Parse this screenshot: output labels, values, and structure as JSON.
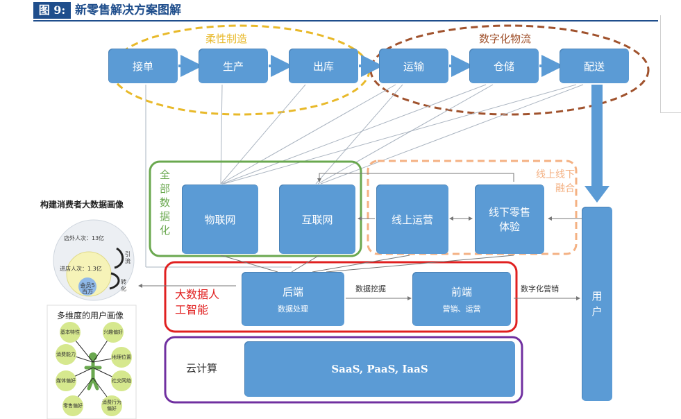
{
  "title": {
    "fig": "图 9:",
    "text": "新零售解决方案图解"
  },
  "ovals": {
    "flexible": "柔性制造",
    "logistics": "数字化物流",
    "online_offline": "线上线下融合"
  },
  "top_row": [
    "接单",
    "生产",
    "出库",
    "运输",
    "仓储",
    "配送"
  ],
  "groups": {
    "all_data": "全部数据化",
    "ai": "大数据人工智能",
    "cloud": "云计算"
  },
  "mid_row": {
    "iot": "物联网",
    "internet": "互联网",
    "online_ops": "线上运营",
    "offline_exp": "线下零售体验"
  },
  "backend": {
    "label": "后端",
    "sub": "数据处理"
  },
  "frontend": {
    "label": "前端",
    "sub": "营销、运营"
  },
  "flow_labels": {
    "mining": "数据挖掘",
    "marketing": "数字化营销"
  },
  "user": "用户",
  "saas": "SaaS, PaaS, IaaS",
  "left": {
    "title": "构建消费者大数据画像",
    "outer_circle": "店外人次：13亿",
    "middle_circle": "进店人次：1.3亿",
    "inner_circle": "会员5百万",
    "arrow1": "引流",
    "arrow2": "转化",
    "subtitle": "多维度的用户画像",
    "bubbles": [
      "基本特性",
      "兴趣偏好",
      "消费能力",
      "地理位置",
      "媒体偏好",
      "社交网络",
      "零售偏好",
      "消费行为偏好"
    ]
  },
  "colors": {
    "box": "#5b9bd5",
    "oval_yellow": "#e8b92a",
    "oval_brown": "#a0522d",
    "green": "#6aa84f",
    "red": "#e02020",
    "purple": "#7030a0",
    "peach": "#f4b183"
  }
}
